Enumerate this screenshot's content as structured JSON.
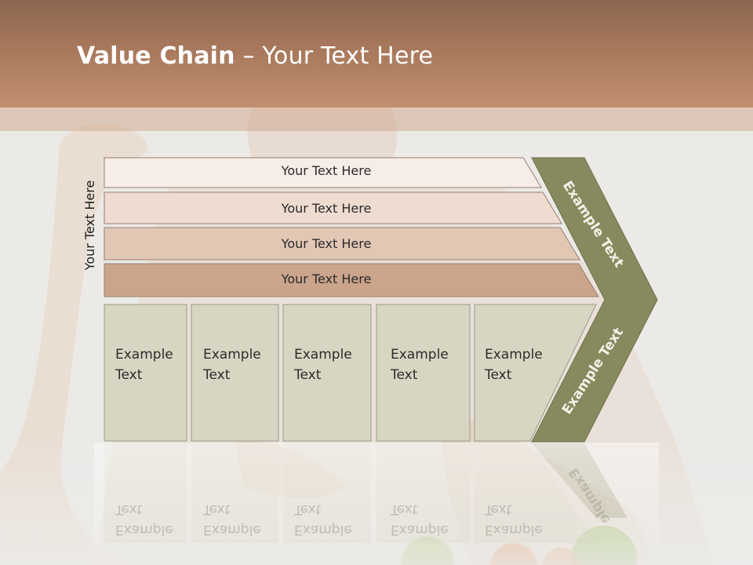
{
  "title": {
    "bold": "Value Chain",
    "rest": " – Your Text Here"
  },
  "side_label": "Your Text Here",
  "bars": [
    {
      "label": "Your Text Here",
      "color": "#f6ede8"
    },
    {
      "label": "Your Text Here",
      "color": "#eedcd0"
    },
    {
      "label": "Your Text Here",
      "color": "#e2c7b5"
    },
    {
      "label": "Your Text Here",
      "color": "#caa48b"
    }
  ],
  "columns": [
    {
      "line1": "Example",
      "line2": "Text"
    },
    {
      "line1": "Example",
      "line2": "Text"
    },
    {
      "line1": "Example",
      "line2": "Text"
    },
    {
      "line1": "Example",
      "line2": "Text"
    },
    {
      "line1": "Example",
      "line2": "Text"
    }
  ],
  "chevron": {
    "upper_label": "Example Text",
    "lower_label": "Example Text",
    "reflection_label": "Example",
    "color": "#878a5f"
  },
  "colors": {
    "header": "#a8785c",
    "column_fill": "#d6d6c2",
    "column_border": "#9a9a88"
  }
}
